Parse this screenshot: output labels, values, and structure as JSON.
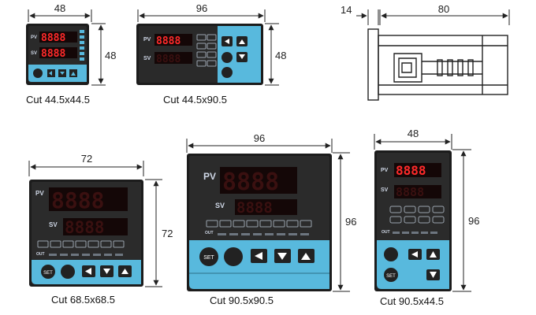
{
  "units": [
    {
      "id": "u1",
      "width_label": "48",
      "height_label": "48",
      "caption": "Cut 44.5x44.5"
    },
    {
      "id": "u2",
      "width_label": "96",
      "height_label": "48",
      "caption": "Cut 44.5x90.5"
    },
    {
      "id": "u3",
      "depth_front_label": "14",
      "depth_body_label": "80"
    },
    {
      "id": "u4",
      "width_label": "72",
      "height_label": "72",
      "caption": "Cut 68.5x68.5"
    },
    {
      "id": "u5",
      "width_label": "96",
      "height_label": "96",
      "caption": "Cut 90.5x90.5"
    },
    {
      "id": "u6",
      "width_label": "48",
      "height_label": "96",
      "caption": "Cut 90.5x44.5"
    }
  ],
  "panel": {
    "pv": "PV",
    "sv": "SV",
    "out": "OUT",
    "set": "SET",
    "display": "8888"
  },
  "colors": {
    "bezel": "#1c1c1c",
    "accent": "#58b9dd",
    "led": "#ff2a2a",
    "line": "#222222"
  }
}
